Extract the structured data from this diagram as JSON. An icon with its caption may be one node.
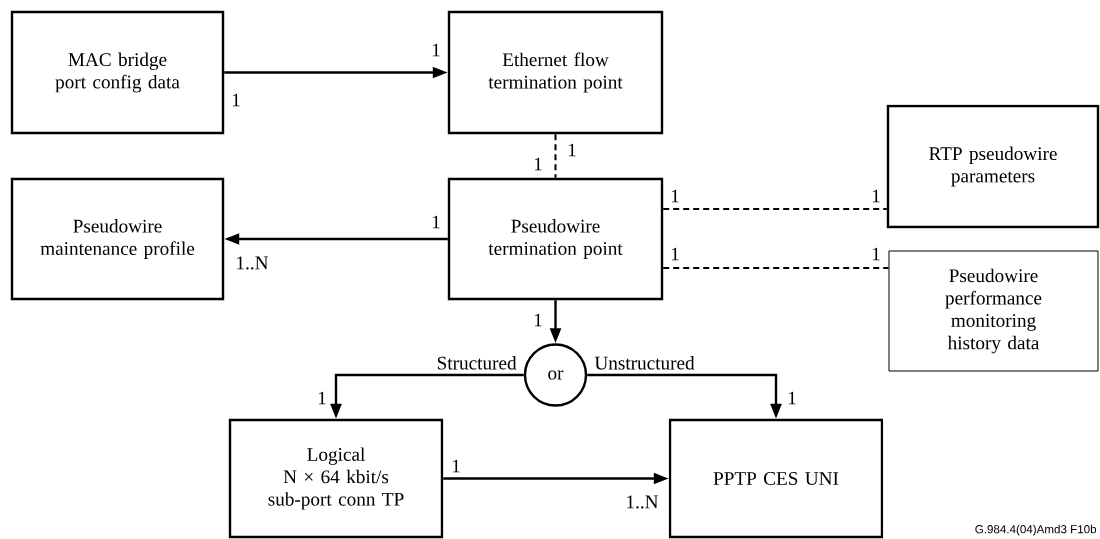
{
  "diagram": {
    "nodes": [
      {
        "text": [
          "MAC bridge port config data"
        ]
      },
      {
        "text": [
          "Ethernet flow termination point"
        ]
      },
      {
        "text": [
          "Pseudowire maintenance profile"
        ]
      },
      {
        "text": [
          "Pseudowire termination point"
        ]
      },
      {
        "text": [
          "RTP pseudowire parameters"
        ]
      },
      {
        "text": [
          "Pseudowire performance monitoring history data"
        ]
      },
      {
        "text": [
          "or"
        ]
      },
      {
        "text": [
          "Logical",
          "N × 64 kbit/s sub-port conn TP"
        ]
      },
      {
        "text": [
          "PPTP CES UNI"
        ]
      }
    ],
    "edges": [
      {
        "from": 0,
        "to": 1,
        "arrow": "to"
      },
      {
        "from": 1,
        "to": 3,
        "arrow": "none",
        "style": "dashed"
      },
      {
        "from": 3,
        "to": 2,
        "arrow": "to"
      },
      {
        "from": 3,
        "to": 4,
        "arrow": "none",
        "style": "dashed"
      },
      {
        "from": 3,
        "to": 5,
        "arrow": "none",
        "style": "dashed"
      },
      {
        "from": 3,
        "to": 6,
        "arrow": "to"
      },
      {
        "from": 6,
        "to": 7,
        "arrow": "to",
        "label": "Structured"
      },
      {
        "from": 6,
        "to": 8,
        "arrow": "to",
        "label": "Unstructured"
      },
      {
        "from": 7,
        "to": 8,
        "arrow": "to"
      }
    ],
    "labels": [
      "1",
      "1",
      "1",
      "1",
      "1",
      "1..N",
      "1",
      "1",
      "1",
      "1",
      "1",
      "1",
      "1",
      "1",
      "1..N",
      "G.984.4(04)Amd3 F10b"
    ]
  }
}
